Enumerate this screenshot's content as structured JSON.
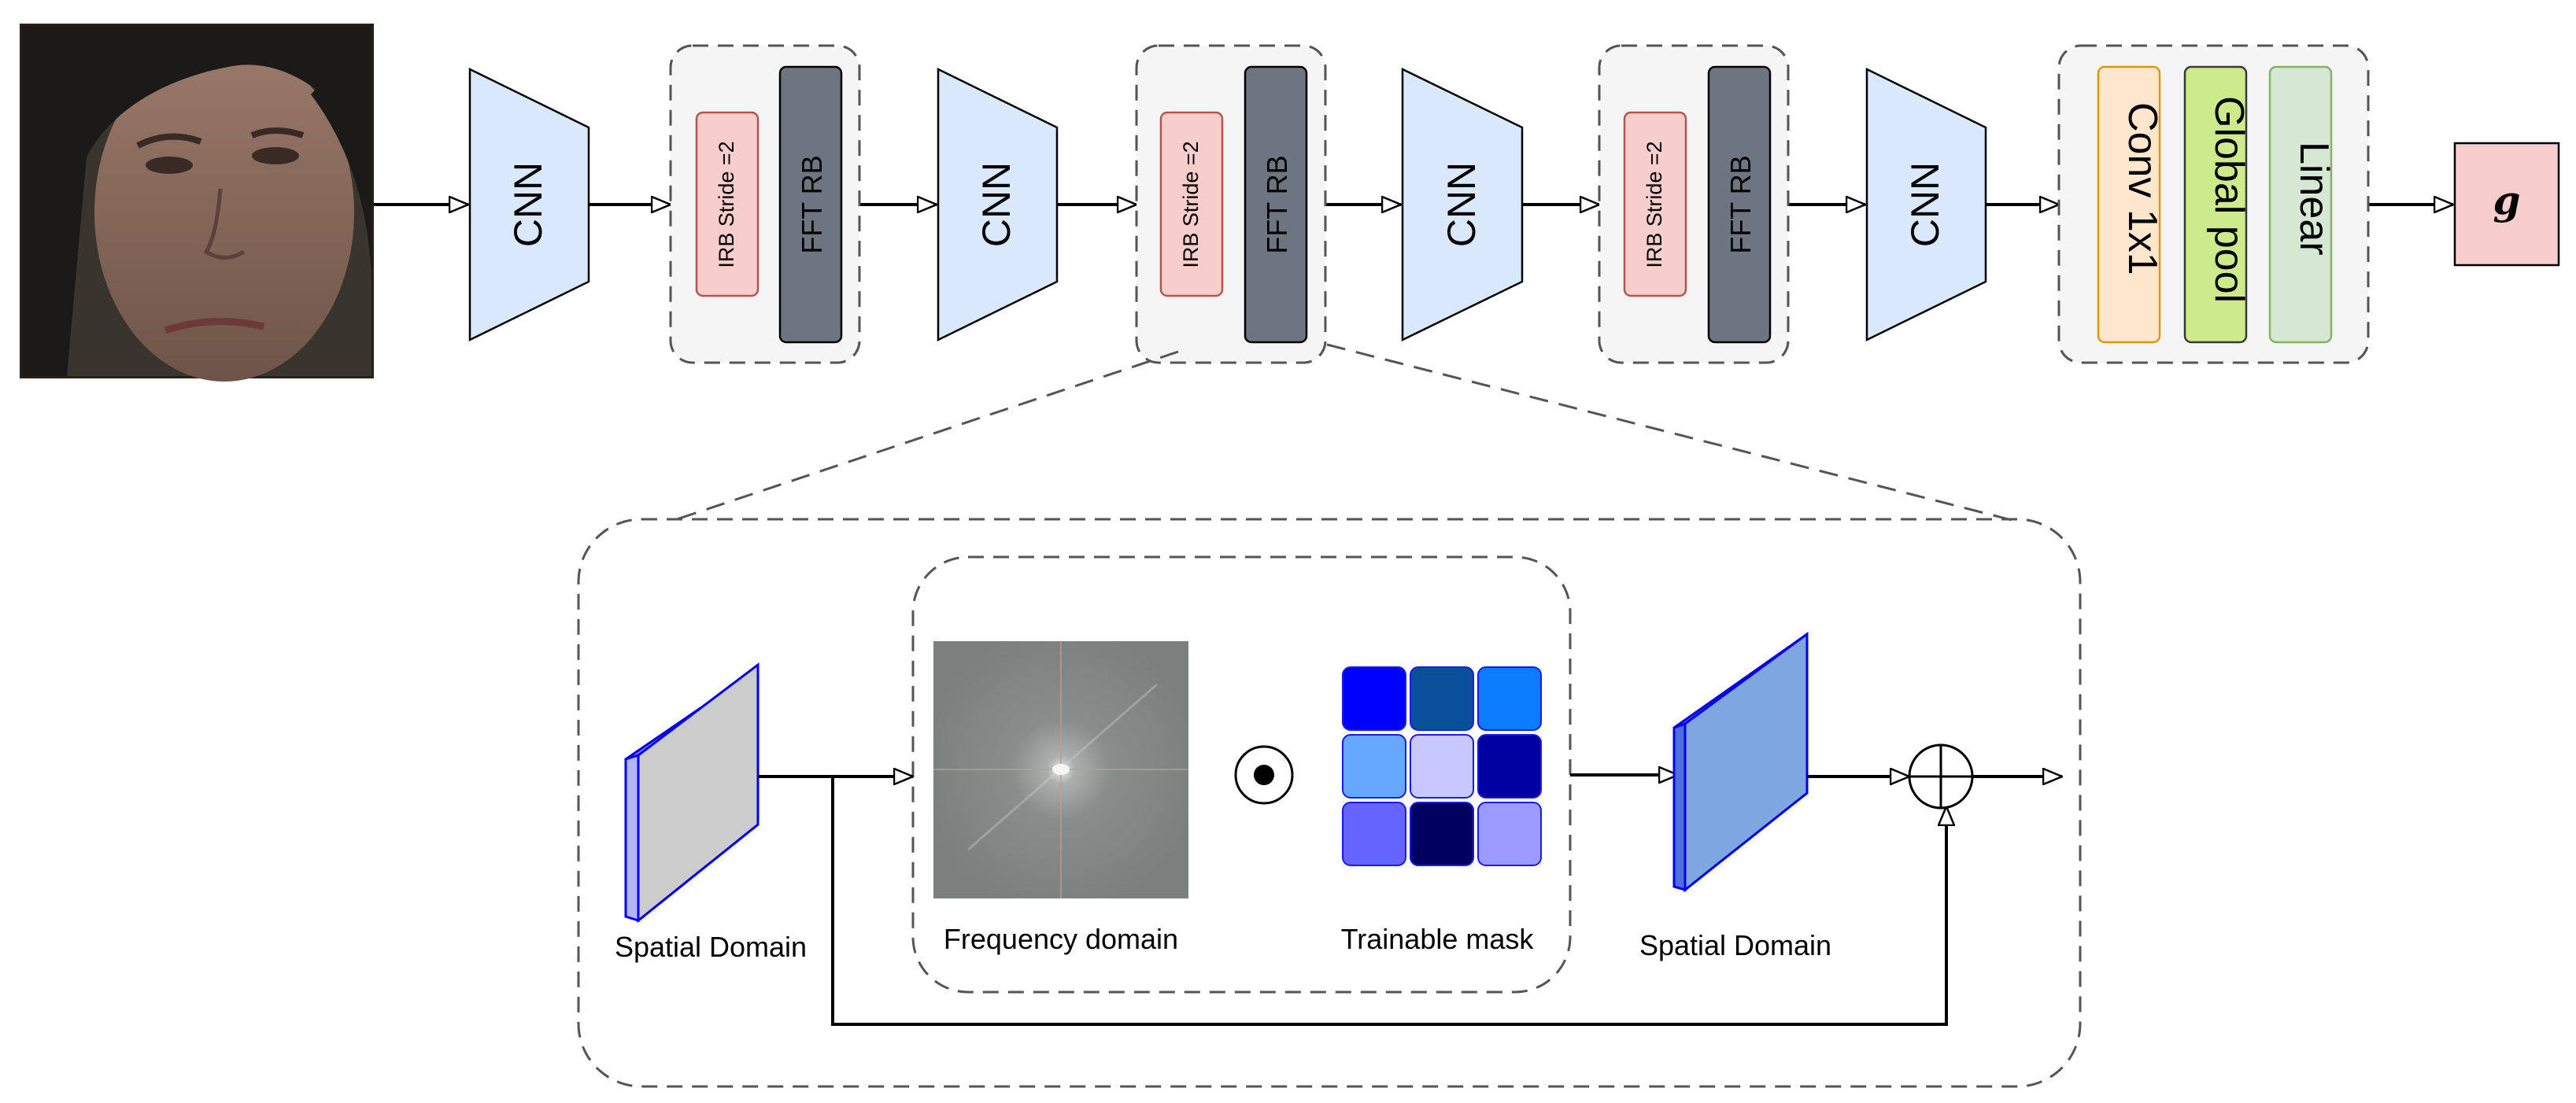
{
  "pipeline": {
    "cnn_label": "CNN",
    "irb_label": "IRB Stride =2",
    "fft_label": "FFT RB",
    "head": {
      "conv_label": "Conv 1x1",
      "pool_label": "Global pool",
      "linear_label": "Linear"
    },
    "output_label": "g"
  },
  "detail": {
    "spatial_in_label": "Spatial Domain",
    "frequency_label": "Frequency domain",
    "mask_label": "Trainable mask",
    "spatial_out_label": "Spatial Domain",
    "mask_colors": [
      "#0000ff",
      "#0a4f9a",
      "#0a7cff",
      "#66a8ff",
      "#c8c8ff",
      "#0000a0",
      "#6464ff",
      "#000060",
      "#9a9aff"
    ]
  },
  "colors": {
    "cnn_fill": "#dae8fc",
    "cnn_stroke": "#000000",
    "irb_fill": "#f8cecc",
    "irb_stroke": "#b85450",
    "fft_fill": "#6d7680",
    "group_fill": "#f5f5f5",
    "group_stroke": "#555555",
    "conv_fill": "#ffe6cc",
    "conv_stroke": "#d79b00",
    "pool_fill": "#cdeb8b",
    "pool_stroke": "#36393d",
    "linear_fill": "#d5e8d4",
    "linear_stroke": "#82b366",
    "output_fill": "#f8cecc",
    "plate_in": "#cccccc",
    "plate_out": "#7ea6e0",
    "plate_edge": "#0000ee"
  }
}
